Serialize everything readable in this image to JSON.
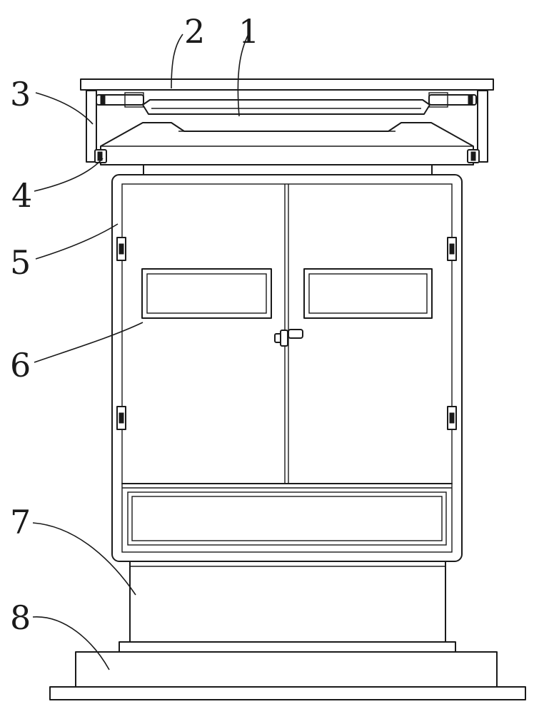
{
  "callouts": [
    {
      "id": "1",
      "text": "1"
    },
    {
      "id": "2",
      "text": "2"
    },
    {
      "id": "3",
      "text": "3"
    },
    {
      "id": "4",
      "text": "4"
    },
    {
      "id": "5",
      "text": "5"
    },
    {
      "id": "6",
      "text": "6"
    },
    {
      "id": "7",
      "text": "7"
    },
    {
      "id": "8",
      "text": "8"
    }
  ],
  "colors": {
    "line": "#1a1a1a",
    "background": "#ffffff"
  }
}
